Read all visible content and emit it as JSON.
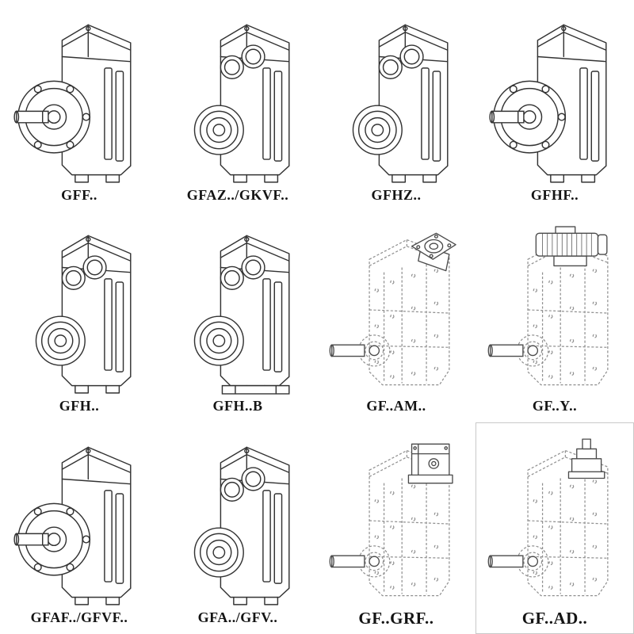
{
  "page": {
    "background": "#ffffff",
    "solid_line_color": "#333333",
    "dashed_line_color": "#909090"
  },
  "catalog": {
    "items": [
      {
        "label": "GFF..",
        "drawing": "flange-output-gearbox"
      },
      {
        "label": "GFAZ../GKVF..",
        "drawing": "hollow-shaft-gearbox"
      },
      {
        "label": "GFHZ..",
        "drawing": "hollow-shaft-gearbox"
      },
      {
        "label": "GFHF..",
        "drawing": "flange-output-gearbox"
      },
      {
        "label": "GFH..",
        "drawing": "foot-mounted-gearbox"
      },
      {
        "label": "GFH..B",
        "drawing": "foot-mounted-gearbox-with-base"
      },
      {
        "label": "GF..AM..",
        "drawing": "gearbox-with-input-flange"
      },
      {
        "label": "GF..Y..",
        "drawing": "gearbox-with-motor"
      },
      {
        "label": "GFAF../GFVF..",
        "drawing": "flange-output-gearbox"
      },
      {
        "label": "GFA../GFV..",
        "drawing": "hollow-shaft-gearbox"
      },
      {
        "label": "GF..GRF..",
        "drawing": "gearbox-with-adapter-box"
      },
      {
        "label": "GF..AD..",
        "drawing": "gearbox-with-input-shaft-adapter"
      }
    ]
  }
}
